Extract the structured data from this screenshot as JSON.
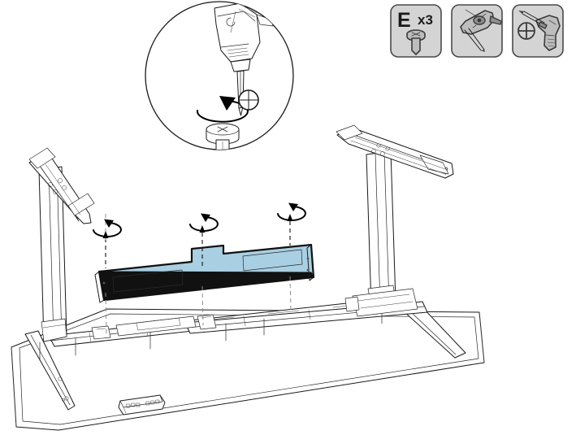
{
  "document": {
    "type": "assembly-instruction-diagram",
    "subject": "height-adjustable standing desk frame",
    "step_action": "Attach the support panel to the desk frame with screws",
    "background_color": "#ffffff",
    "line_color": "#1a1a1a"
  },
  "parts_legend": {
    "boxes": [
      {
        "id": "part-e",
        "label": "E",
        "quantity": "x3",
        "icon": "phillips-screw-icon",
        "description": "pan head phillips screw",
        "fill": "#d4d4d4"
      },
      {
        "id": "tool-hex-key",
        "label": "",
        "quantity": "",
        "icon": "t-handle-hex-key-icon",
        "description": "T-handle hex allen key",
        "fill": "#d4d4d4"
      },
      {
        "id": "tool-power-driver",
        "label": "",
        "quantity": "",
        "icon": "power-drill-icon",
        "description": "cordless power driver with phillips bit",
        "fill": "#d4d4d4"
      }
    ]
  },
  "detail_callout": {
    "name": "magnified-detail-circle",
    "shows": "power driver with phillips bit tightening screw",
    "symbols": [
      {
        "name": "phillips-head-icon",
        "meaning": "use phillips bit"
      },
      {
        "name": "rotation-arrow-icon",
        "meaning": "turn clockwise to tighten"
      }
    ]
  },
  "assembly": {
    "highlighted_part": {
      "name": "support-panel",
      "color": "#a9cfe2",
      "outline": "#111111",
      "cutouts": 2,
      "shape": "stepped bracket"
    },
    "fasteners": {
      "count": 3,
      "part_ref": "E",
      "indicator": "rotation-arrow-icon",
      "direction": "clockwise"
    },
    "frame_components": [
      {
        "name": "left-leg-column"
      },
      {
        "name": "right-leg-column"
      },
      {
        "name": "left-top-mounting-bracket"
      },
      {
        "name": "right-top-mounting-bracket"
      },
      {
        "name": "desktop-underside"
      },
      {
        "name": "telescoping-crossbar"
      },
      {
        "name": "control-box"
      },
      {
        "name": "left-foot"
      },
      {
        "name": "right-foot"
      }
    ]
  }
}
